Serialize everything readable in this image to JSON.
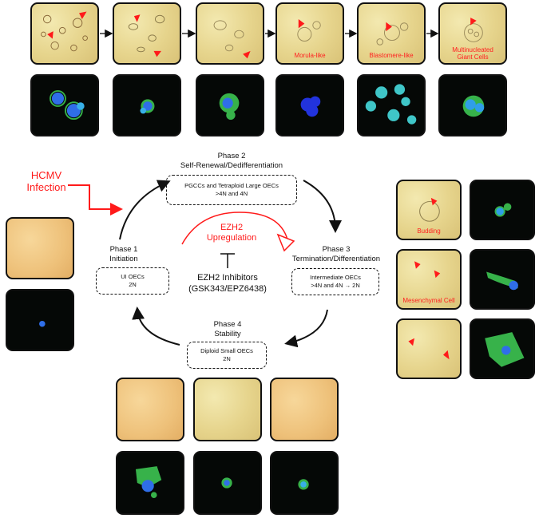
{
  "top_row_labels": {
    "t4": "Morula-like",
    "t5": "Blastomere-like",
    "t6a": "Multinucleated",
    "t6b": "Giant Cells"
  },
  "right_panel_labels": {
    "r1": "Budding",
    "r2": "Mesenchymal Cell"
  },
  "hcmv": {
    "line1": "HCMV",
    "line2": "Infection"
  },
  "phase1": {
    "title1": "Phase 1",
    "title2": "Initiation",
    "box1": "UI OECs",
    "box2": "2N"
  },
  "phase2": {
    "title1": "Phase 2",
    "title2": "Self-Renewal/Dedifferentiation",
    "box1": "PGCCs and Tetraploid Large OECs",
    "box2": ">4N and 4N"
  },
  "phase3": {
    "title1": "Phase 3",
    "title2": "Termination/Differentiation",
    "box1": "Intermediate OECs",
    "box2": ">4N and 4N → 2N"
  },
  "phase4": {
    "title1": "Phase 4",
    "title2": "Stability",
    "box1": "Diploid Small OECs",
    "box2": "2N"
  },
  "ezh2": {
    "line1": "EZH2",
    "line2": "Upregulation"
  },
  "inhibitors": {
    "line1": "EZH2 Inhibitors",
    "line2": "(GSK343/EPZ6438)"
  },
  "colors": {
    "accent_red": "#ff1a1a",
    "cell_green": "#37b24a",
    "nucleus_blue": "#2f6ee8",
    "border": "#111111"
  }
}
